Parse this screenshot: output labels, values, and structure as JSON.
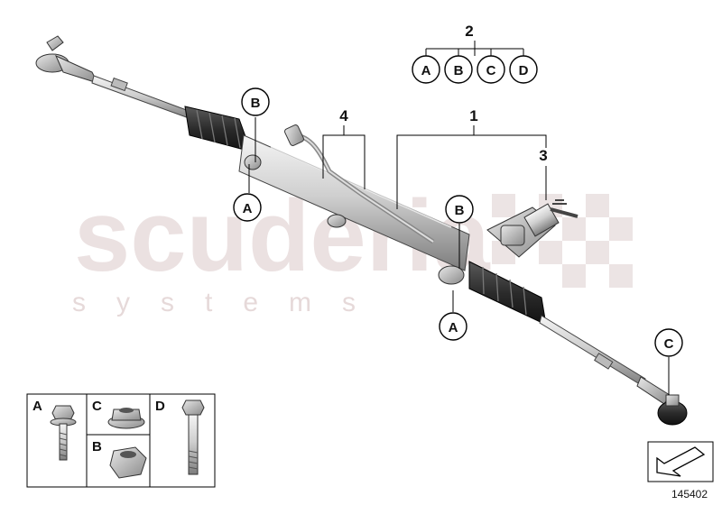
{
  "callouts": {
    "top_group_number": "2",
    "top_group_letters": [
      "A",
      "B",
      "C",
      "D"
    ],
    "part_1": "1",
    "part_3": "3",
    "part_4": "4",
    "left_b": "B",
    "left_a": "A",
    "right_b": "B",
    "right_a": "A",
    "tie_end_c": "C"
  },
  "watermark": {
    "main": "scuderia",
    "sub": "systems"
  },
  "legend": {
    "a": "A",
    "b": "B",
    "c": "C",
    "d": "D"
  },
  "reference_number": "145402",
  "icons": [
    "steering-rack-illustration",
    "hex-bolt-icon",
    "flange-nut-icon",
    "hex-nut-icon",
    "long-bolt-icon",
    "view-direction-arrow-icon"
  ]
}
